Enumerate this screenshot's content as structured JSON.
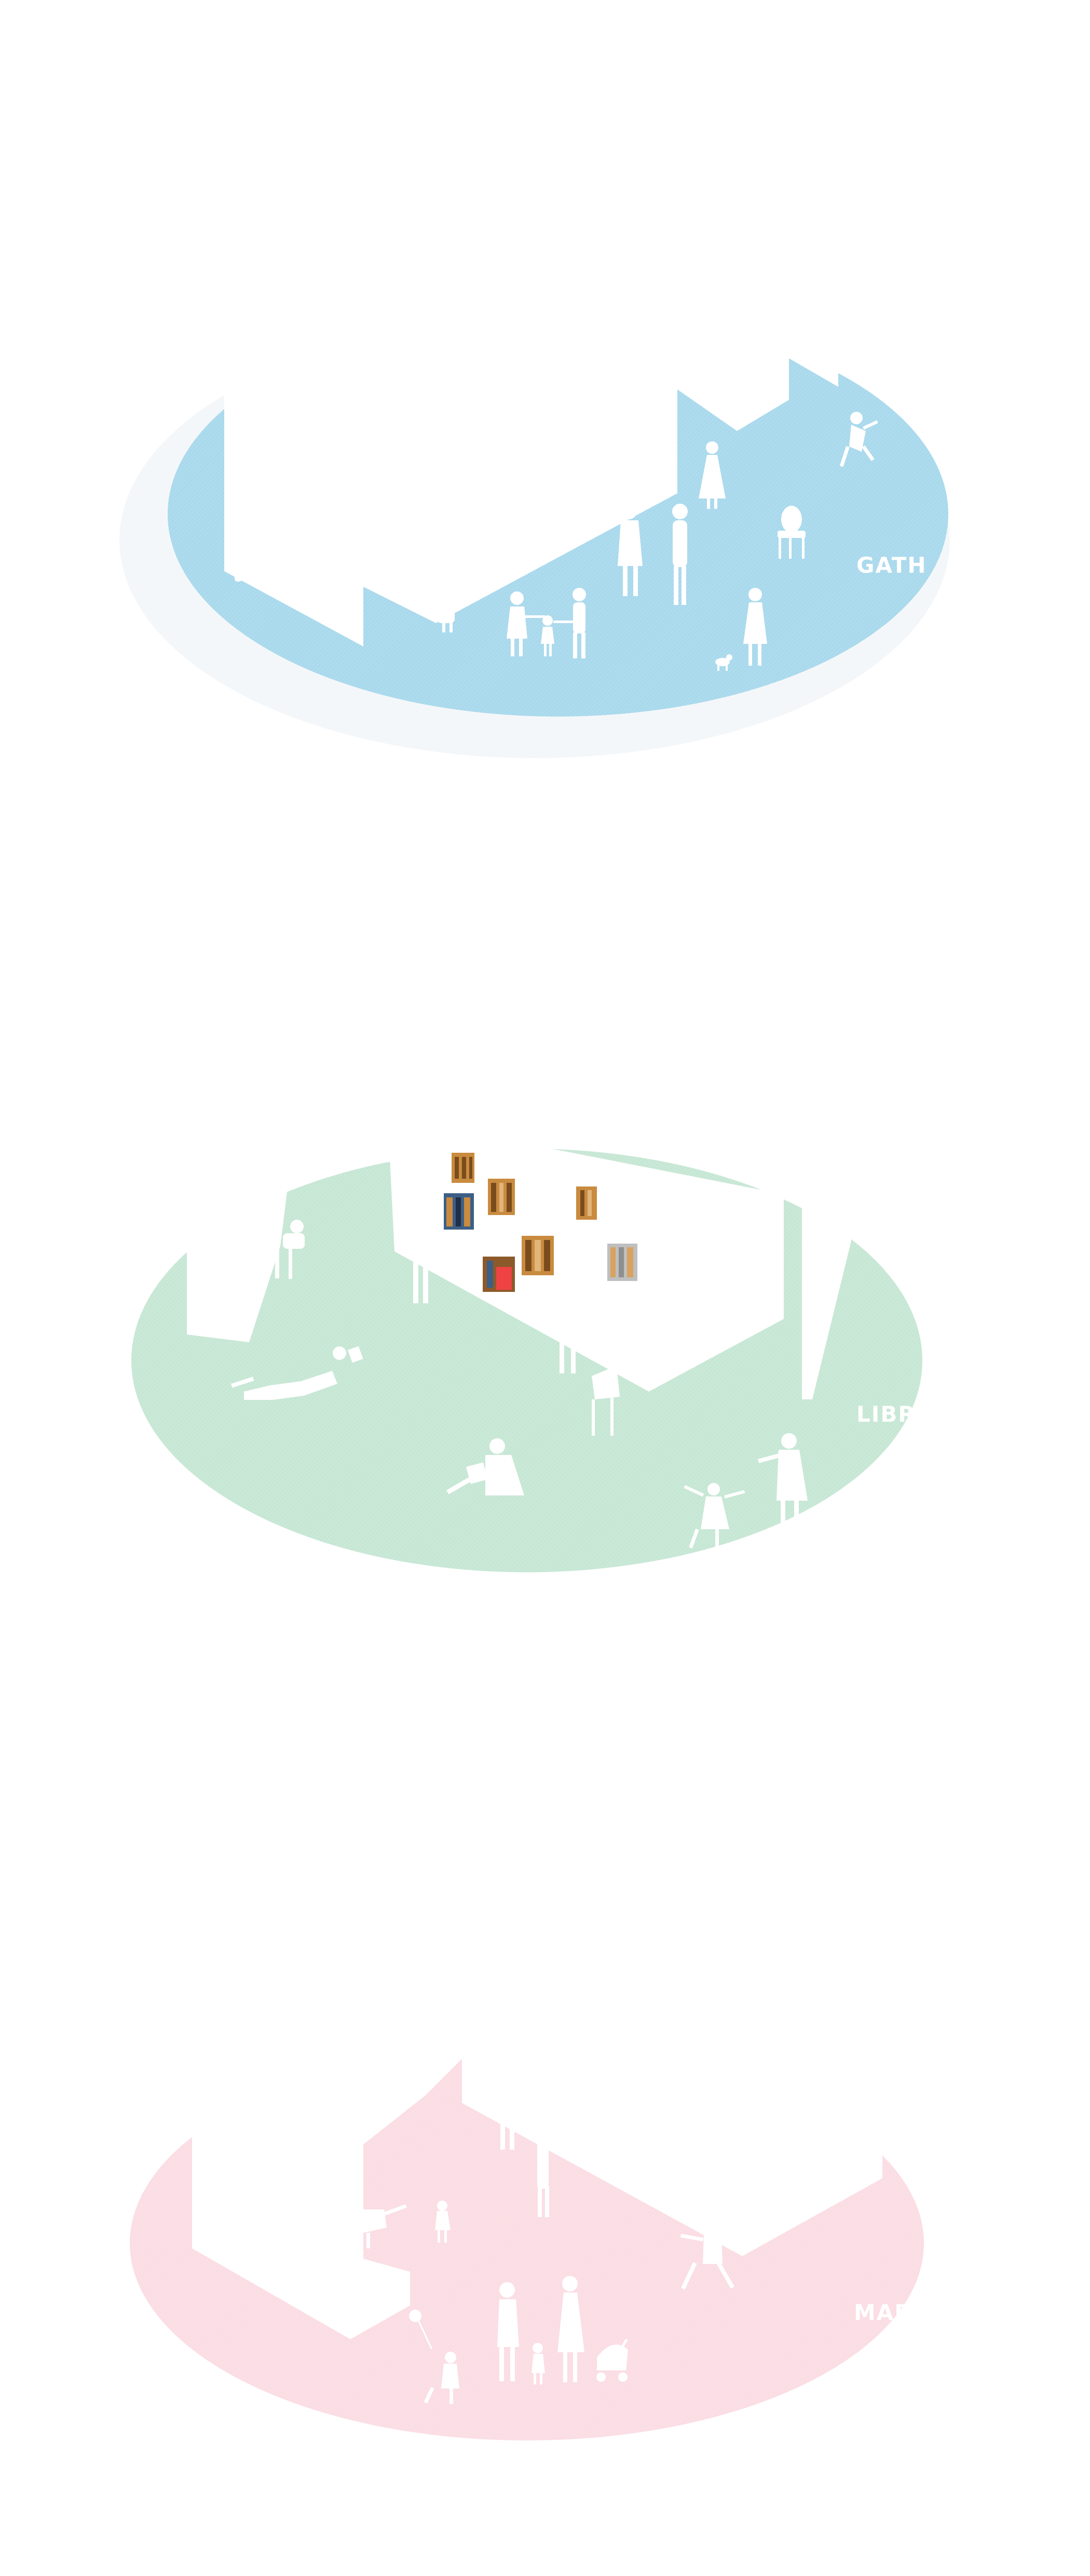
{
  "zones": [
    {
      "id": "gathering",
      "label": "GATH",
      "color": "#a9d9ec"
    },
    {
      "id": "library",
      "label": "LIBR",
      "color": "#c7e7d5"
    },
    {
      "id": "market",
      "label": "MAR",
      "color": "#fbdde4"
    }
  ],
  "colors": {
    "figure": "#ffffff",
    "block": "#ffffff",
    "book_wood": "#c98b3f",
    "book_dark": "#7a4c1c",
    "book_blue": "#3d5f86",
    "book_red": "#ef4343",
    "book_gray": "#bfbfbf"
  }
}
